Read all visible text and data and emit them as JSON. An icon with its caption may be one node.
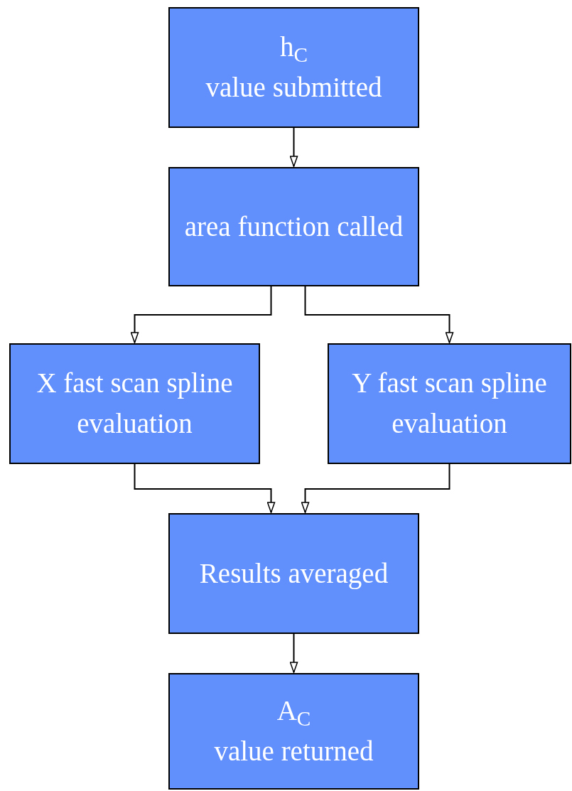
{
  "diagram": {
    "nodes": [
      {
        "text": [
          "h$_{C}$",
          "value submitted"
        ]
      },
      {
        "text": [
          "area function called"
        ]
      },
      {
        "text": [
          "X fast scan spline evaluation"
        ]
      },
      {
        "text": [
          "Y fast scan spline evaluation"
        ]
      },
      {
        "text": [
          "Results averaged"
        ]
      },
      {
        "text": [
          "A$_{C}$",
          "value returned"
        ]
      }
    ],
    "edges": [
      {
        "from": 0,
        "to": 1,
        "arrow": "to"
      },
      {
        "from": 1,
        "to": 2,
        "arrow": "to"
      },
      {
        "from": 1,
        "to": 3,
        "arrow": "to"
      },
      {
        "from": 2,
        "to": 4,
        "arrow": "to"
      },
      {
        "from": 3,
        "to": 4,
        "arrow": "to"
      },
      {
        "from": 4,
        "to": 5,
        "arrow": "to"
      }
    ]
  }
}
